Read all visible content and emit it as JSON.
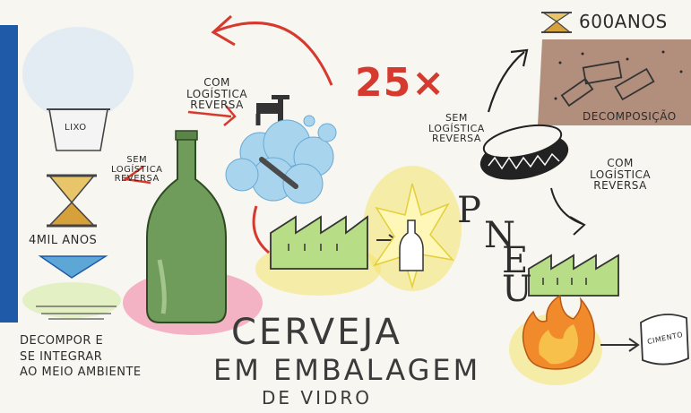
{
  "glass": {
    "com_logistica": [
      "COM",
      "LOGÍSTICA",
      "REVERSA"
    ],
    "sem_logistica": [
      "SEM",
      "LOGÍSTICA",
      "REVERSA"
    ],
    "lixo": "LIXO",
    "years": "4MIL ANOS",
    "decompose_text": [
      "DECOMPOR E",
      "SE INTEGRAR",
      "AO MEIO AMBIENTE"
    ],
    "multiplier": "25×"
  },
  "tire": {
    "years": "600ANOS",
    "sem_logistica": [
      "SEM",
      "LOGÍSTICA",
      "REVERSA"
    ],
    "com_logistica": [
      "COM",
      "LOGÍSTICA",
      "REVERSA"
    ],
    "decomposicao": "DECOMPOSIÇÃO",
    "pneu_letters": [
      "P",
      "N",
      "E",
      "U"
    ],
    "cimento": "CIMENTO"
  },
  "title": {
    "line1": "CERVEJA",
    "line2": "EM EMBALAGEM",
    "line3": "DE VIDRO"
  },
  "colors": {
    "blue_band": "#1f5aa8",
    "bottle_green": "#6f9c5a",
    "factory_green": "#b7dd86",
    "water_blue": "#a9d4ee",
    "soil_brown": "#9b6b55",
    "red_arrow": "#d63a2e",
    "flame_orange": "#f08a2a",
    "yellow_glow": "#f4e46a",
    "pink_glow": "#f27aa0"
  }
}
